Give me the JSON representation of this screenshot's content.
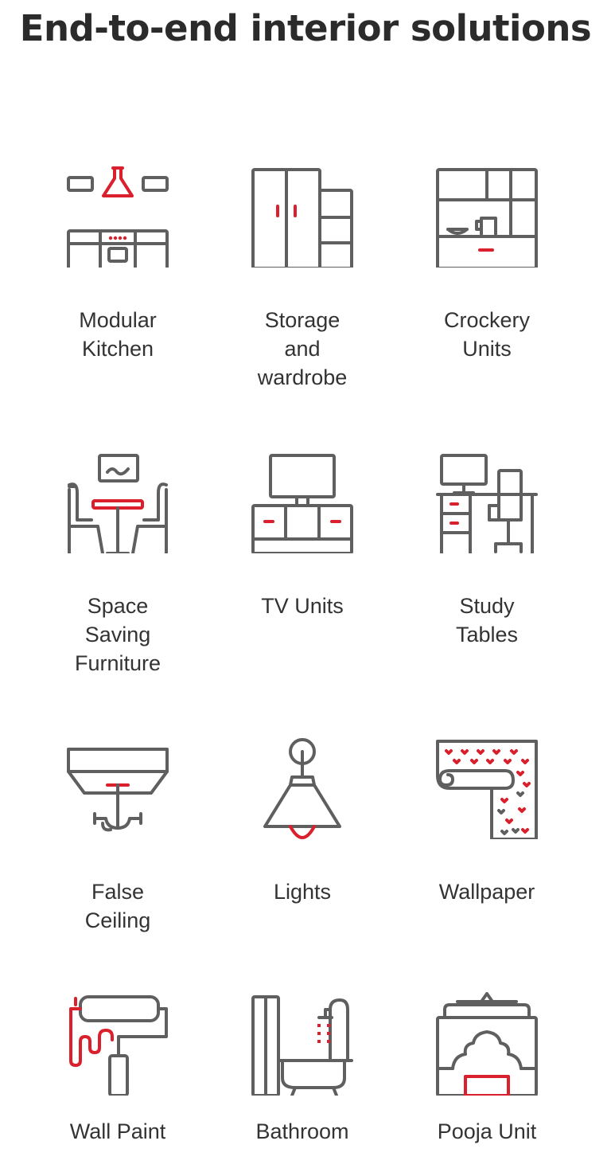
{
  "header": {
    "title": "End-to-end interior solutions"
  },
  "colors": {
    "accent": "#d9202c",
    "icon_stroke": "#5f5f5f",
    "text": "#333333"
  },
  "solutions": [
    {
      "icon": "modular-kitchen-icon",
      "label_lines": [
        "Modular",
        "Kitchen"
      ]
    },
    {
      "icon": "wardrobe-icon",
      "label_lines": [
        "Storage",
        "and",
        "wardrobe"
      ]
    },
    {
      "icon": "crockery-unit-icon",
      "label_lines": [
        "Crockery",
        "Units"
      ]
    },
    {
      "icon": "dining-set-icon",
      "label_lines": [
        "Space",
        "Saving",
        "Furniture"
      ]
    },
    {
      "icon": "tv-unit-icon",
      "label_lines": [
        "TV Units"
      ]
    },
    {
      "icon": "study-table-icon",
      "label_lines": [
        "Study",
        "Tables"
      ]
    },
    {
      "icon": "false-ceiling-icon",
      "label_lines": [
        "False",
        "Ceiling"
      ]
    },
    {
      "icon": "pendant-lamp-icon",
      "label_lines": [
        "Lights"
      ]
    },
    {
      "icon": "wallpaper-roll-icon",
      "label_lines": [
        "Wallpaper"
      ]
    },
    {
      "icon": "paint-roller-icon",
      "label_lines": [
        "Wall Paint"
      ]
    },
    {
      "icon": "shower-bathroom-icon",
      "label_lines": [
        "Bathroom"
      ]
    },
    {
      "icon": "temple-icon",
      "label_lines": [
        "Pooja Unit"
      ]
    }
  ]
}
